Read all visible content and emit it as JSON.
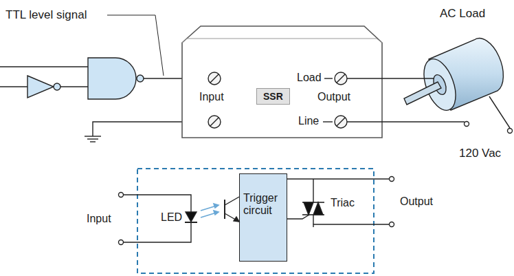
{
  "diagram": {
    "nodes": [
      {
        "text": [
          "Input",
          "Output"
        ]
      },
      {
        "text": [
          "SSR"
        ],
        "in": 0
      },
      {
        "text": [
          "AC Load"
        ]
      },
      {
        "text": [
          "Trigger circuit"
        ]
      }
    ],
    "edges": [
      {
        "from": 0,
        "to": 2,
        "arrow": "none"
      }
    ],
    "labels": [
      "TTL level signal",
      "Load",
      "Line",
      "120 Vac",
      "Input",
      "LED",
      "Triac",
      "Output"
    ]
  }
}
